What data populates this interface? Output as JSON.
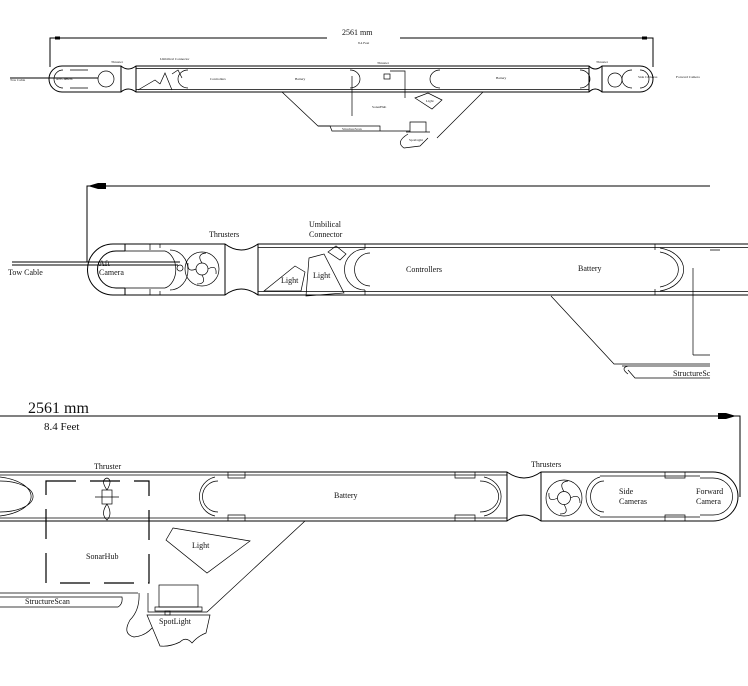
{
  "overview": {
    "dimension_mm": "2561 mm",
    "dimension_ft": "8.4 Feet",
    "tow_cable": "Tow Cable",
    "aft_camera": "Aft Camera",
    "thruster_left": "Thruster",
    "umbilical": "Umbilical Connector",
    "controllers": "Controllers",
    "battery_1": "Battery",
    "thruster_mid": "Thruster",
    "battery_2": "Battery",
    "sonarhub": "SonarHub",
    "light": "Light",
    "structurescan": "StructureScan",
    "spotlight": "SpotLight",
    "thruster_right": "Thruster",
    "side_cameras": "Side Cameras",
    "forward_camera": "Forward Camera"
  },
  "aft_detail": {
    "tow_cable": "Tow Cable",
    "aft_camera_line1": "Aft",
    "aft_camera_line2": "Camera",
    "thrusters": "Thrusters",
    "umbilical_line1": "Umbilical",
    "umbilical_line2": "Connector",
    "light_1": "Light",
    "light_2": "Light",
    "controllers": "Controllers",
    "battery": "Battery",
    "structurescan": "StructureSc"
  },
  "forward_detail": {
    "dimension_mm": "2561 mm",
    "dimension_ft": "8.4 Feet",
    "thruster": "Thruster",
    "battery": "Battery",
    "thrusters": "Thrusters",
    "side_cameras_line1": "Side",
    "side_cameras_line2": "Cameras",
    "forward_camera_line1": "Forward",
    "forward_camera_line2": "Camera",
    "sonarhub": "SonarHub",
    "light": "Light",
    "structurescan": "StructureScan",
    "spotlight": "SpotLight"
  }
}
